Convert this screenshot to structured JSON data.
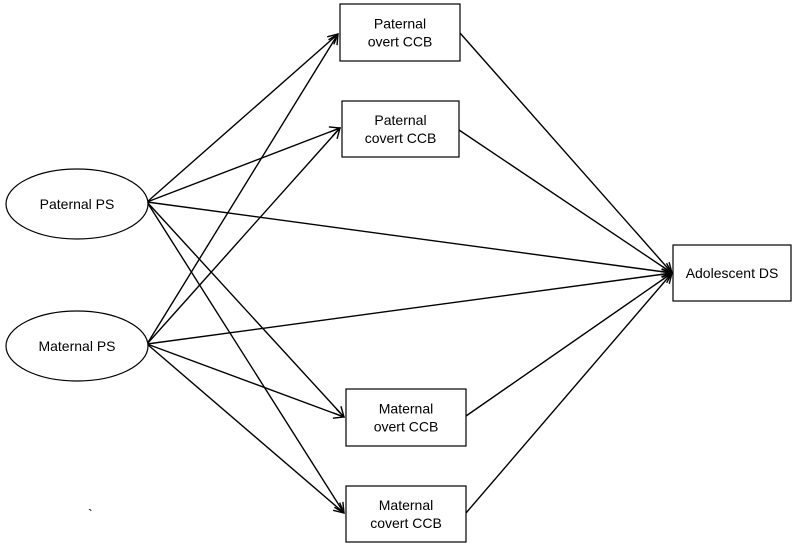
{
  "diagram": {
    "nodes": [
      {
        "id": "paternal_ps",
        "shape": "ellipse",
        "lines": [
          "Paternal PS"
        ]
      },
      {
        "id": "maternal_ps",
        "shape": "ellipse",
        "lines": [
          "Maternal PS"
        ]
      },
      {
        "id": "paternal_overt",
        "shape": "box",
        "lines": [
          "Paternal",
          "overt CCB"
        ]
      },
      {
        "id": "paternal_covert",
        "shape": "box",
        "lines": [
          "Paternal",
          "covert CCB"
        ]
      },
      {
        "id": "maternal_overt",
        "shape": "box",
        "lines": [
          "Maternal",
          "overt CCB"
        ]
      },
      {
        "id": "maternal_covert",
        "shape": "box",
        "lines": [
          "Maternal",
          "covert CCB"
        ]
      },
      {
        "id": "adolescent_ds",
        "shape": "box",
        "lines": [
          "Adolescent DS"
        ]
      }
    ],
    "edges": [
      {
        "from": "paternal_ps",
        "to": "paternal_overt"
      },
      {
        "from": "paternal_ps",
        "to": "paternal_covert"
      },
      {
        "from": "paternal_ps",
        "to": "maternal_overt"
      },
      {
        "from": "paternal_ps",
        "to": "maternal_covert"
      },
      {
        "from": "paternal_ps",
        "to": "adolescent_ds"
      },
      {
        "from": "maternal_ps",
        "to": "paternal_overt"
      },
      {
        "from": "maternal_ps",
        "to": "paternal_covert"
      },
      {
        "from": "maternal_ps",
        "to": "maternal_overt"
      },
      {
        "from": "maternal_ps",
        "to": "maternal_covert"
      },
      {
        "from": "maternal_ps",
        "to": "adolescent_ds"
      },
      {
        "from": "paternal_overt",
        "to": "adolescent_ds"
      },
      {
        "from": "paternal_covert",
        "to": "adolescent_ds"
      },
      {
        "from": "maternal_overt",
        "to": "adolescent_ds"
      },
      {
        "from": "maternal_covert",
        "to": "adolescent_ds"
      }
    ],
    "stroke_color": "#000000",
    "stray_mark": "`"
  }
}
